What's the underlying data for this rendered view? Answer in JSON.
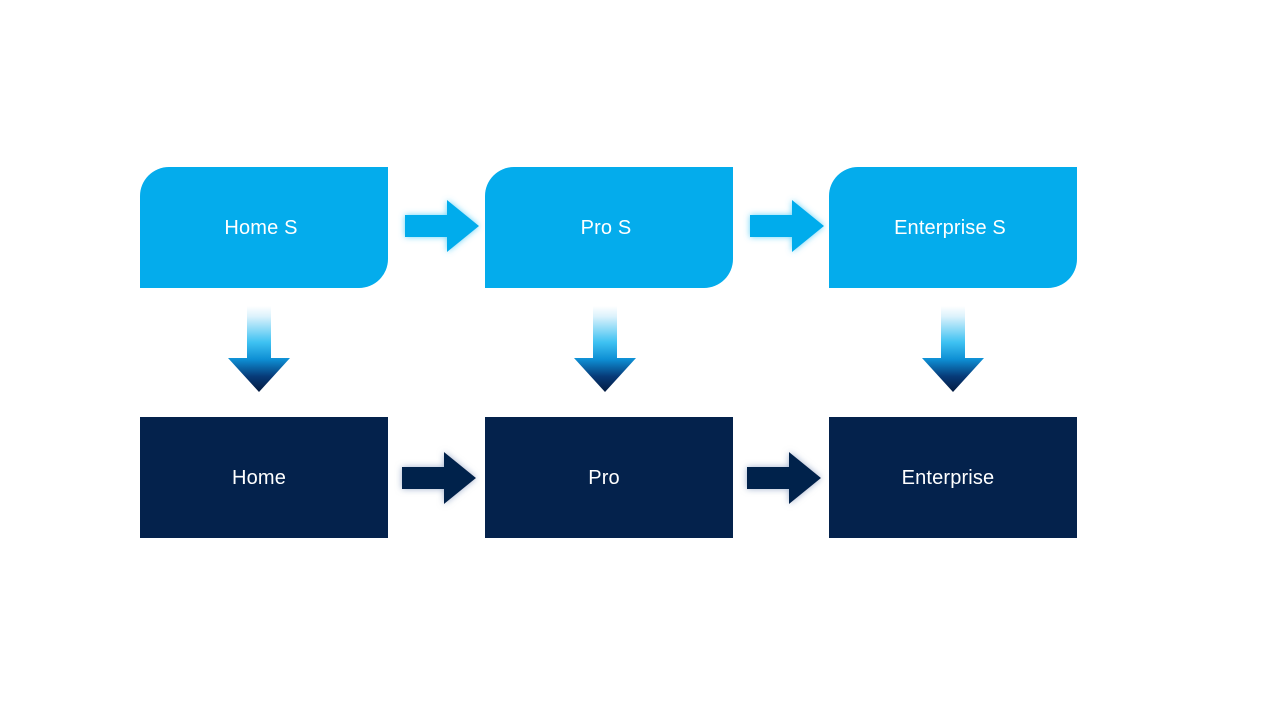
{
  "diagram": {
    "type": "process-flow",
    "background_color": "#ffffff",
    "colors": {
      "service_blue": "#04ACEC",
      "product_navy": "#04224C",
      "label_text": "#ffffff",
      "vertical_arrow_gradient_top": "#FFFFFF",
      "vertical_arrow_gradient_mid": "#14B4EE",
      "vertical_arrow_gradient_bottom": "#041E46"
    },
    "rows": [
      {
        "id": "service-row",
        "style": "rounded-diagonal",
        "fill": "#04ACEC",
        "nodes": [
          {
            "id": "home-s",
            "label": "Home S"
          },
          {
            "id": "pro-s",
            "label": "Pro S"
          },
          {
            "id": "enterprise-s",
            "label": "Enterprise S"
          }
        ]
      },
      {
        "id": "product-row",
        "style": "square",
        "fill": "#04224C",
        "nodes": [
          {
            "id": "home",
            "label": "Home"
          },
          {
            "id": "pro",
            "label": "Pro"
          },
          {
            "id": "enterprise",
            "label": "Enterprise"
          }
        ]
      }
    ],
    "connectors": {
      "horizontal": [
        {
          "id": "home-s-to-pro-s",
          "direction": "right",
          "color": "#04ACEC"
        },
        {
          "id": "pro-s-to-enterprise-s",
          "direction": "right",
          "color": "#04ACEC"
        },
        {
          "id": "home-to-pro",
          "direction": "right",
          "color": "#04224C"
        },
        {
          "id": "pro-to-enterprise",
          "direction": "right",
          "color": "#04224C"
        }
      ],
      "vertical": [
        {
          "id": "home-s-to-home",
          "direction": "down"
        },
        {
          "id": "pro-s-to-pro",
          "direction": "down"
        },
        {
          "id": "enterprise-s-to-enterprise",
          "direction": "down"
        }
      ]
    }
  }
}
